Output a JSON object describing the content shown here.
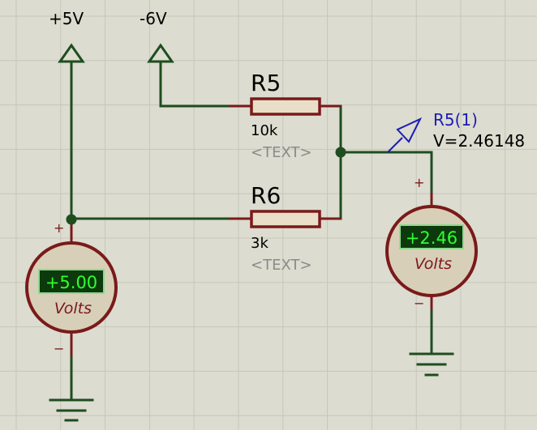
{
  "rails": {
    "vpos": {
      "label": "+5V"
    },
    "vneg": {
      "label": "-6V"
    }
  },
  "resistors": {
    "r5": {
      "name": "R5",
      "value": "10k",
      "text": "<TEXT>"
    },
    "r6": {
      "name": "R6",
      "value": "3k",
      "text": "<TEXT>"
    }
  },
  "probe": {
    "name": "R5(1)",
    "reading": "V=2.46148"
  },
  "meters": {
    "left": {
      "display": "+5.00",
      "unit": "Volts",
      "plus": "+",
      "minus": "−"
    },
    "right": {
      "display": "+2.46",
      "unit": "Volts",
      "plus": "+",
      "minus": "−"
    }
  },
  "colors": {
    "background": "#dcdcd0",
    "grid": "#c6c6b9",
    "wire": "#1f4d1f",
    "component": "#7a1a1a",
    "resistor_fill": "#e9dfc8",
    "meter_fill": "#d8cfb8",
    "lcd_bg": "#0c3a0c",
    "lcd_text": "#30ff30",
    "probe": "#1c1cb4",
    "muted_text": "#8a8a8a"
  }
}
